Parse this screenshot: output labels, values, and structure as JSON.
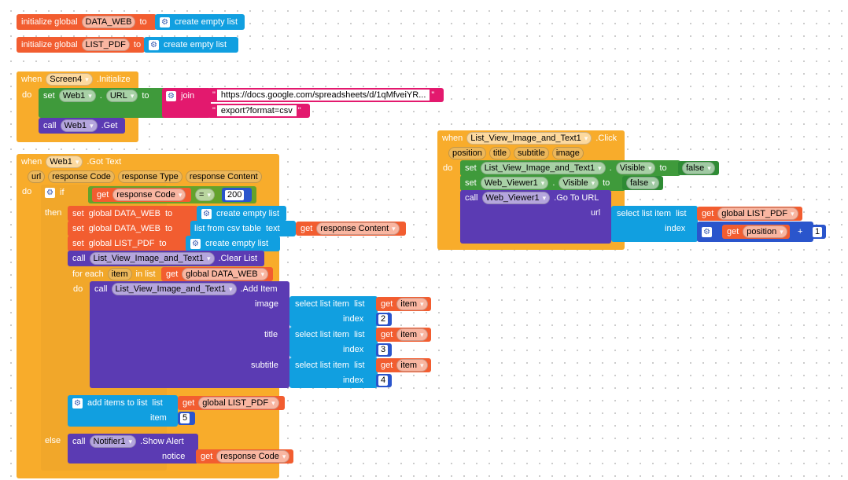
{
  "globals": [
    {
      "init": "initialize global",
      "name": "DATA_WEB",
      "to": "to",
      "value": "create empty list"
    },
    {
      "init": "initialize global",
      "name": "LIST_PDF",
      "to": "to",
      "value": "create empty list"
    }
  ],
  "screen_init": {
    "when": "when",
    "component": "Screen4",
    "event": ".Initialize",
    "do": "do",
    "set": "set",
    "web": "Web1",
    "dot": ".",
    "prop": "URL",
    "to": "to",
    "join": "join",
    "url1": "https://docs.google.com/spreadsheets/d/1qMfveiYR...",
    "url2": "export?format=csv",
    "call": "call",
    "method": ".Get"
  },
  "got_text": {
    "when": "when",
    "component": "Web1",
    "event": ".Got Text",
    "params": [
      "url",
      "response Code",
      "response Type",
      "response Content"
    ],
    "do": "do",
    "if": "if",
    "then": "then",
    "else": "else",
    "get": "get",
    "resp_code": "response Code",
    "eq": "=",
    "status": "200",
    "set": "set",
    "to": "to",
    "data_web": "global DATA_WEB",
    "list_pdf": "global LIST_PDF",
    "create_empty": "create empty list",
    "list_from_csv": "list from csv table",
    "text": "text",
    "resp_content": "response Content",
    "call": "call",
    "lv": "List_View_Image_and_Text1",
    "clear": ".Clear List",
    "for_each": "for each",
    "item": "item",
    "in_list": "in list",
    "add_item": ".Add Item",
    "image": "image",
    "title": "title",
    "subtitle": "subtitle",
    "select": "select list item",
    "list": "list",
    "index": "index",
    "idx_image": "2",
    "idx_title": "3",
    "idx_subtitle": "4",
    "add_items_to_list": "add items to list",
    "item_label": "item",
    "idx_item": "5",
    "notifier": "Notifier1",
    "show_alert": ".Show Alert",
    "notice": "notice"
  },
  "lv_click": {
    "when": "when",
    "component": "List_View_Image_and_Text1",
    "event": ".Click",
    "params": [
      "position",
      "title",
      "subtitle",
      "image"
    ],
    "do": "do",
    "set": "set",
    "to": "to",
    "dot": ".",
    "visible": "Visible",
    "false": "false",
    "lv": "List_View_Image_and_Text1",
    "viewer": "Web_Viewer1",
    "call": "call",
    "goto": ".Go To URL",
    "url": "url",
    "select": "select list item",
    "list": "list",
    "get": "get",
    "list_pdf": "global LIST_PDF",
    "index": "index",
    "position": "position",
    "plus": "+",
    "one": "1"
  }
}
